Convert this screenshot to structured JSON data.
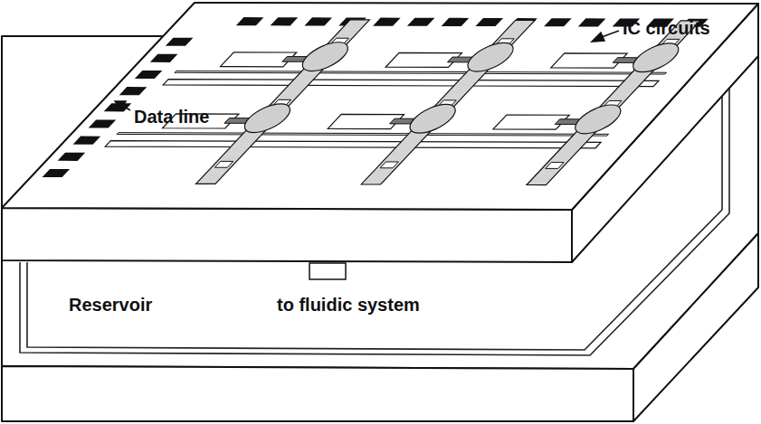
{
  "diagram": {
    "labels": [
      "IC circuits",
      "Data line",
      "Reservoir",
      "to fluidic system"
    ]
  }
}
